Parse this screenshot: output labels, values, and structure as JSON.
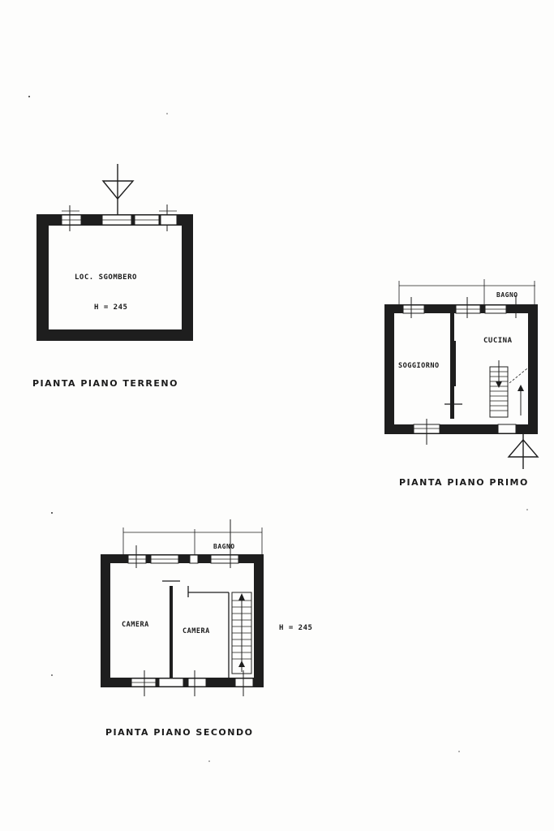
{
  "plans": {
    "ground": {
      "caption": "PIANTA PIANO TERRENO",
      "room": "LOC. SGOMBERO",
      "height": "H = 245"
    },
    "first": {
      "caption": "PIANTA PIANO PRIMO",
      "rooms": {
        "bath": "BAGNO",
        "kitchen": "CUCINA",
        "living": "SOGGIORNO"
      }
    },
    "second": {
      "caption": "PIANTA PIANO SECONDO",
      "rooms": {
        "bath": "BAGNO",
        "bedroom1": "CAMERA",
        "bedroom2": "CAMERA"
      },
      "height": "H = 245"
    }
  }
}
